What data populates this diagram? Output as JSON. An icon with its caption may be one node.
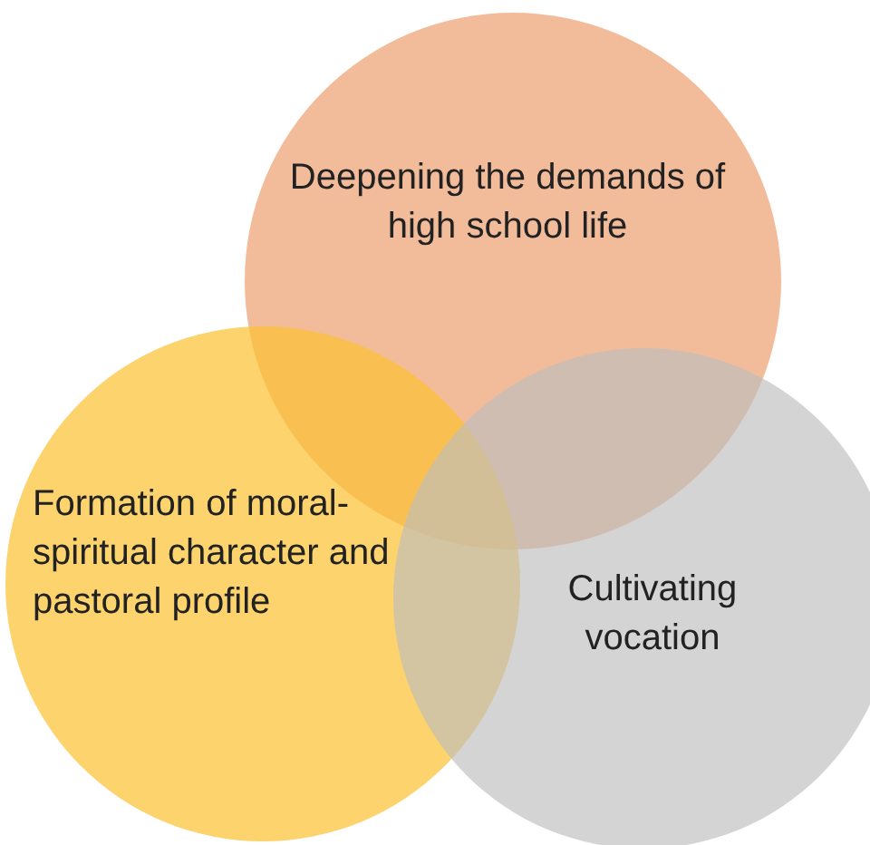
{
  "diagram": {
    "nodes": [
      {
        "text": [
          "Deepening the demands of high school life"
        ]
      },
      {
        "text": [
          "Formation of moral-spiritual character and pastoral profile"
        ]
      },
      {
        "text": [
          "Cultivating vocation"
        ]
      }
    ]
  }
}
